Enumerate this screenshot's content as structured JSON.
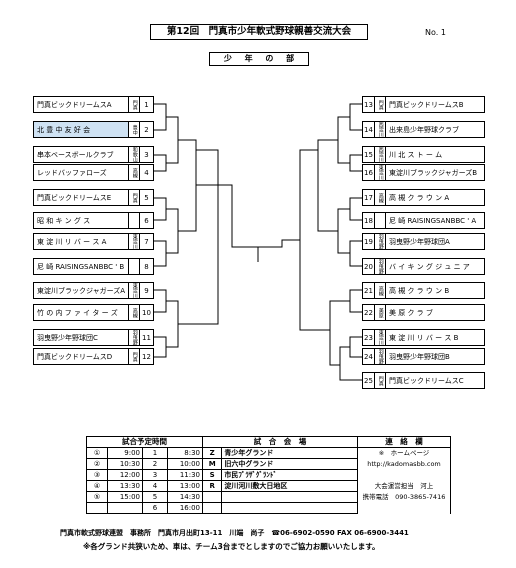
{
  "header": {
    "title": "第12回　門真市少年軟式野球親善交流大会",
    "doc_no": "No. 1",
    "section": "少 年 の 部"
  },
  "left_teams": [
    {
      "num": "1",
      "name": "門真ビックドリームスA",
      "area": "門真",
      "hl": false
    },
    {
      "num": "2",
      "name": "北 豊 中 友 好 会",
      "area": "豊中",
      "hl": true
    },
    {
      "num": "3",
      "name": "串本ベースボールクラブ",
      "area": "和歌山",
      "hl": false
    },
    {
      "num": "4",
      "name": "レッドバッファローズ",
      "area": "高槻",
      "hl": false
    },
    {
      "num": "5",
      "name": "門真ビックドリームスE",
      "area": "門真",
      "hl": false
    },
    {
      "num": "6",
      "name": "昭 和 キ ン グ ス",
      "area": "",
      "hl": false
    },
    {
      "num": "7",
      "name": "東 淀 川 リ バ ー ス A",
      "area": "東淀川",
      "hl": false
    },
    {
      "num": "8",
      "name": "尼 崎 RAISINGSANBBC ' B",
      "area": "",
      "hl": false
    },
    {
      "num": "9",
      "name": "東淀川ブラックジャガーズA",
      "area": "東淀川",
      "hl": false
    },
    {
      "num": "10",
      "name": "竹 の 内 フ ァ イ タ ー ズ",
      "area": "高槻",
      "hl": false
    },
    {
      "num": "11",
      "name": "羽曳野少年野球団C",
      "area": "羽曳野",
      "hl": false
    },
    {
      "num": "12",
      "name": "門真ビックドリームスD",
      "area": "門真",
      "hl": false
    }
  ],
  "right_teams": [
    {
      "num": "13",
      "name": "門真ビックドリームスB",
      "area": "門真"
    },
    {
      "num": "14",
      "name": "出来島少年野球クラブ",
      "area": "西淀川"
    },
    {
      "num": "15",
      "name": "川 北 ス ト ー ム",
      "area": "西淀川"
    },
    {
      "num": "16",
      "name": "東淀川ブラックジャガーズB",
      "area": "東淀川"
    },
    {
      "num": "17",
      "name": "高 槻 ク ラ ウ ン A",
      "area": "高槻"
    },
    {
      "num": "18",
      "name": "尼 崎 RAISINGSANBBC ' A",
      "area": ""
    },
    {
      "num": "19",
      "name": "羽曳野少年野球団A",
      "area": "羽曳野"
    },
    {
      "num": "20",
      "name": "バ イ キ ン グ ジ ュ ニ ア",
      "area": "羽曳野"
    },
    {
      "num": "21",
      "name": "高 槻 ク ラ ウ ン B",
      "area": "高槻"
    },
    {
      "num": "22",
      "name": "美 原 ク ラ ブ",
      "area": "美原"
    },
    {
      "num": "23",
      "name": "東 淀 川 リ バ ー ス B",
      "area": "東淀川"
    },
    {
      "num": "24",
      "name": "羽曳野少年野球団B",
      "area": "羽曳野"
    },
    {
      "num": "25",
      "name": "門真ビックドリームスC",
      "area": "門真"
    }
  ],
  "schedule": {
    "title": "試合予定時間",
    "rows": [
      {
        "no": "①",
        "time": "9:00",
        "n": "1",
        "t2": "8:30"
      },
      {
        "no": "②",
        "time": "10:30",
        "n": "2",
        "t2": "10:00"
      },
      {
        "no": "③",
        "time": "12:00",
        "n": "3",
        "t2": "11:30"
      },
      {
        "no": "④",
        "time": "13:30",
        "n": "4",
        "t2": "13:00"
      },
      {
        "no": "⑤",
        "time": "15:00",
        "n": "5",
        "t2": "14:30"
      },
      {
        "no": "",
        "time": "",
        "n": "6",
        "t2": "16:00"
      }
    ]
  },
  "venues": {
    "title": "試　合　会　場",
    "rows": [
      {
        "code": "Z",
        "name": "青少年グランド"
      },
      {
        "code": "M",
        "name": "旧六中グランド"
      },
      {
        "code": "S",
        "name": "市民ﾌﾟﾗｻﾞｸﾞﾗﾝﾄﾞ"
      },
      {
        "code": "R",
        "name": "淀川河川敷大日地区"
      },
      {
        "code": "",
        "name": ""
      },
      {
        "code": "",
        "name": ""
      }
    ]
  },
  "contact": {
    "title": "連　絡　欄",
    "homepage": "※　ホームページ",
    "url": "http://kadomasbb.com",
    "office": "大会運営担当　河上",
    "phone": "携帯電話　090-3865-7416"
  },
  "footer": {
    "line1": "門真市軟式野球連盟　事務所　門真市月出町13-11　川端　尚子　☎06-6902-0590 FAX 06-6900-3441",
    "line2": "※各グランド共狭いため、車は、チーム3台までとしますのでご協力お願いいたします。"
  }
}
